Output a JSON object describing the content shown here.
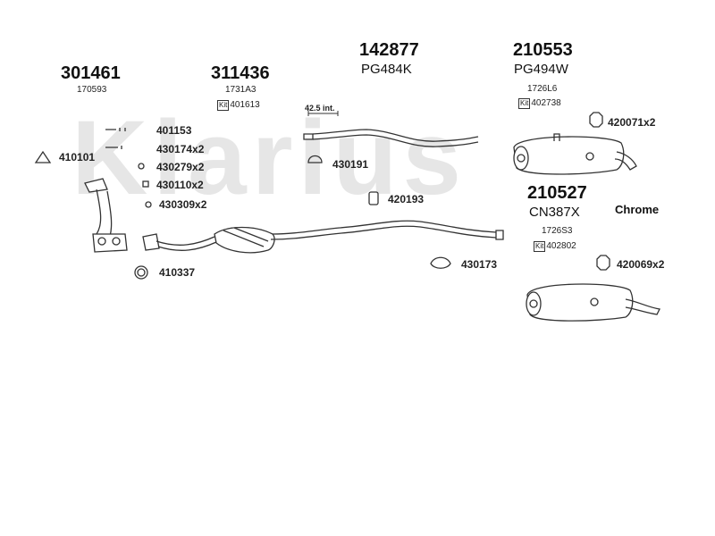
{
  "watermark": "Klarius",
  "parts": {
    "p301461": {
      "number": "301461",
      "code": "170593"
    },
    "p311436": {
      "number": "311436",
      "code": "1731A3",
      "kit": "401613"
    },
    "p142877": {
      "number": "142877",
      "code": "PG484K"
    },
    "p210553": {
      "number": "210553",
      "code": "PG494W",
      "ref": "1726L6",
      "kit": "402738"
    },
    "p210527": {
      "number": "210527",
      "code": "CN387X",
      "ref": "1726S3",
      "kit": "402802"
    }
  },
  "kit_badge": "Kit",
  "fittings": {
    "f401153": "401153",
    "f430174": "430174x2",
    "f430279": "430279x2",
    "f430110": "430110x2",
    "f430309": "430309x2",
    "f410101": "410101",
    "f410337": "410337",
    "f430191": "430191",
    "f420193": "420193",
    "f430173": "430173",
    "f420071": "420071x2",
    "f420069": "420069x2"
  },
  "dimension": "42.5 int.",
  "finish": "Chrome"
}
